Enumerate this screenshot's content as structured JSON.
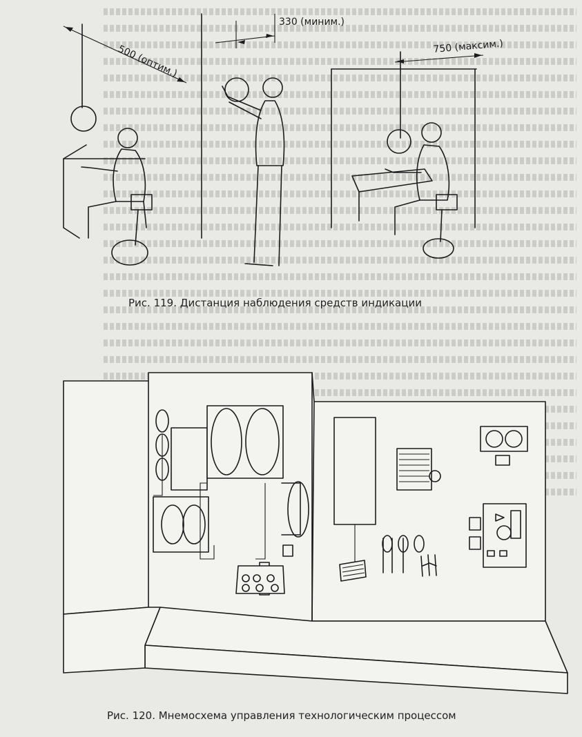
{
  "figure119": {
    "caption": "Рис. 119. Дистанция наблюдения средств индикации",
    "dim_optimal": "500 (оптим.)",
    "dim_minimal": "330 (миним.)",
    "dim_maximal": "750 (максим.)"
  },
  "figure120": {
    "caption": "Рис. 120. Мнемосхема управления технологическим процессом"
  }
}
